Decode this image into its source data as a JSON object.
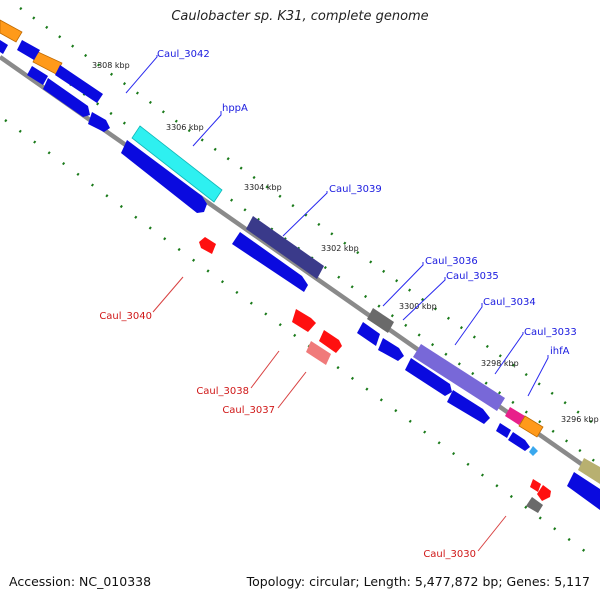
{
  "title": "Caulobacter sp. K31, complete genome",
  "accession": "Accession: NC_010338",
  "summary": "Topology: circular; Length: 5,477,872 bp; Genes: 5,117",
  "colors": {
    "background": "#ffffff",
    "backbone": "#8a8a8a",
    "tick": "#1a7a1a",
    "gene_blue": "#0a0adf",
    "label_blue": "#1a1adf",
    "label_red": "#d01818",
    "leader_blue": "#2a2aef",
    "leader_red": "#d84040",
    "orange": "#ff9a1a",
    "cyan": "#2ef0f0",
    "dark_purple": "#3a3a8a",
    "purple": "#7868d8",
    "gray": "#6a6a6a",
    "red": "#ff1010",
    "pink": "#f07a7a",
    "magenta": "#e8208a",
    "light_blue": "#3aa8ee",
    "olive": "#b8b070"
  },
  "kbp_labels": [
    "3308 kbp",
    "3306 kbp",
    "3304 kbp",
    "3302 kbp",
    "3300 kbp",
    "3298 kbp",
    "3296 kbp"
  ],
  "gene_labels_blue": [
    "Caul_3042",
    "hppA",
    "Caul_3039",
    "Caul_3036",
    "Caul_3035",
    "Caul_3034",
    "Caul_3033",
    "ihfA"
  ],
  "gene_labels_red": [
    "Caul_3040",
    "Caul_3038",
    "Caul_3037",
    "Caul_3030"
  ]
}
